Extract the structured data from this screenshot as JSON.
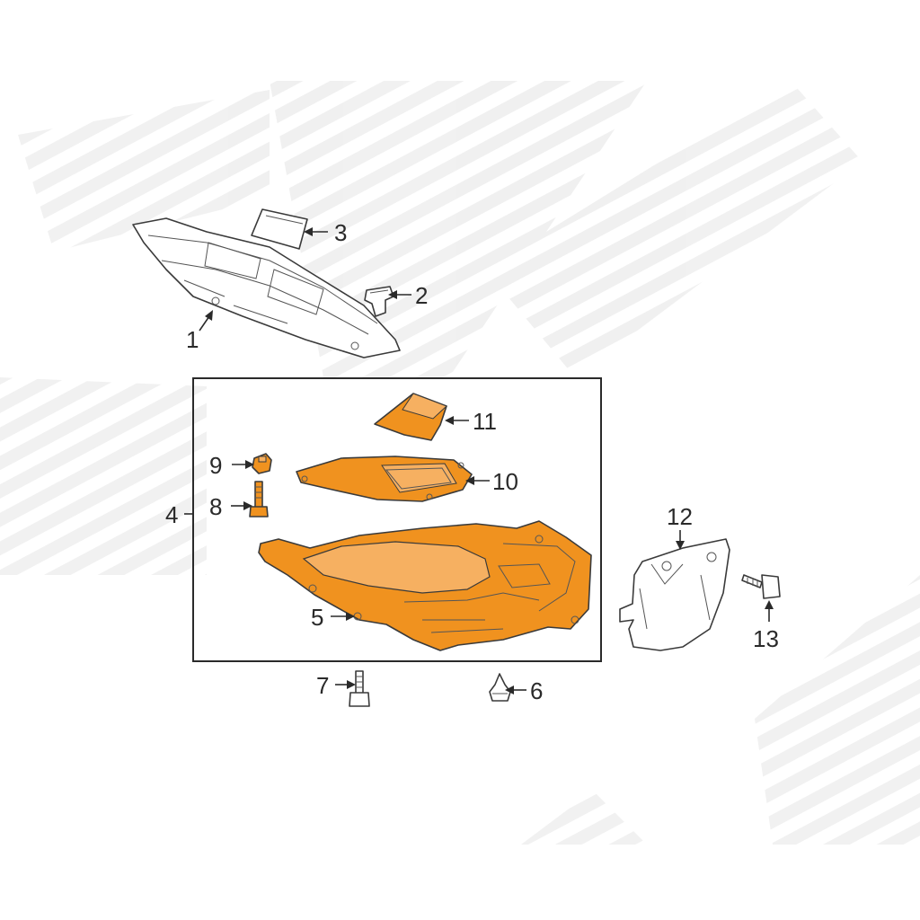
{
  "callouts": {
    "c1": "1",
    "c2": "2",
    "c3": "3",
    "c4": "4",
    "c5": "5",
    "c6": "6",
    "c7": "7",
    "c8": "8",
    "c9": "9",
    "c10": "10",
    "c11": "11",
    "c12": "12",
    "c13": "13"
  },
  "colors": {
    "highlight": "#f0921f",
    "highlight_dark": "#c46a10",
    "line": "#3a3a3a",
    "watermark": "#e6e6e6",
    "frame": "#2a2a2a"
  }
}
